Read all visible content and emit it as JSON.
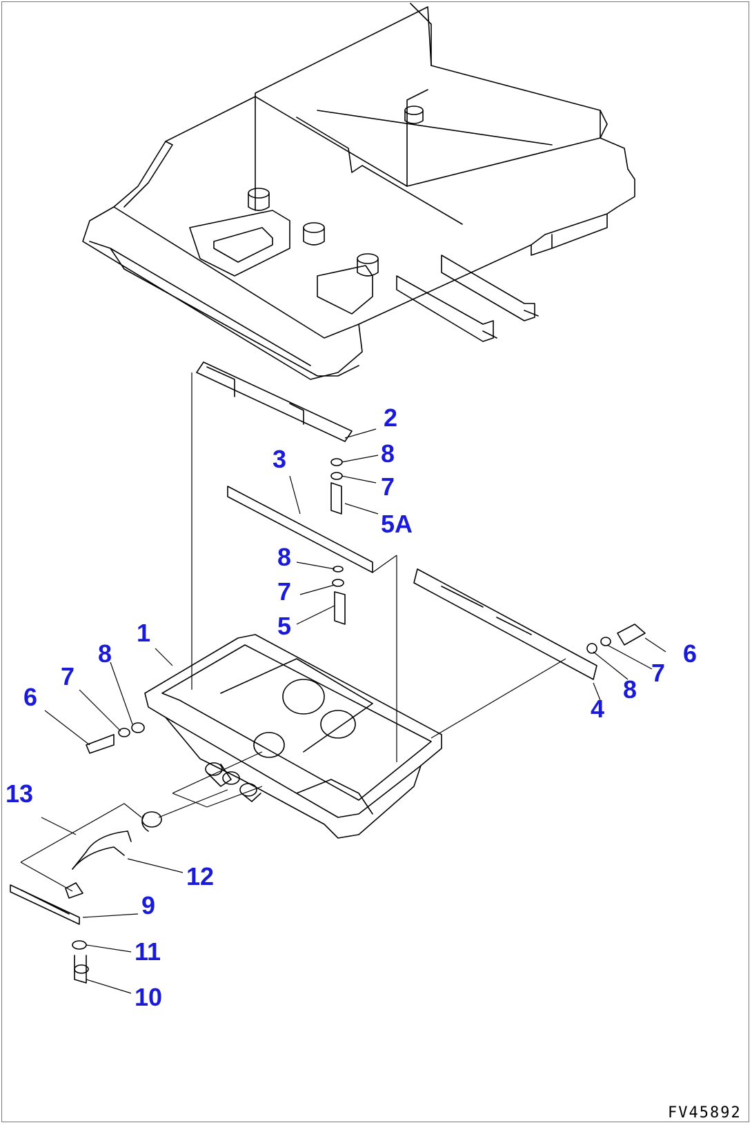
{
  "callouts": [
    {
      "id": "c2",
      "text": "2"
    },
    {
      "id": "c8a",
      "text": "8"
    },
    {
      "id": "c7a",
      "text": "7"
    },
    {
      "id": "c5a",
      "text": "5A"
    },
    {
      "id": "c3",
      "text": "3"
    },
    {
      "id": "c8b",
      "text": "8"
    },
    {
      "id": "c7b",
      "text": "7"
    },
    {
      "id": "c5",
      "text": "5"
    },
    {
      "id": "c1",
      "text": "1"
    },
    {
      "id": "c8c",
      "text": "8"
    },
    {
      "id": "c7c",
      "text": "7"
    },
    {
      "id": "c6a",
      "text": "6"
    },
    {
      "id": "c6b",
      "text": "6"
    },
    {
      "id": "c7d",
      "text": "7"
    },
    {
      "id": "c8d",
      "text": "8"
    },
    {
      "id": "c4",
      "text": "4"
    },
    {
      "id": "c13",
      "text": "13"
    },
    {
      "id": "c12",
      "text": "12"
    },
    {
      "id": "c9",
      "text": "9"
    },
    {
      "id": "c11",
      "text": "11"
    },
    {
      "id": "c10",
      "text": "10"
    }
  ],
  "drawing_code": "FV45892",
  "colors": {
    "callout": "#1a1ad9",
    "line": "#000000",
    "background": "#ffffff"
  }
}
